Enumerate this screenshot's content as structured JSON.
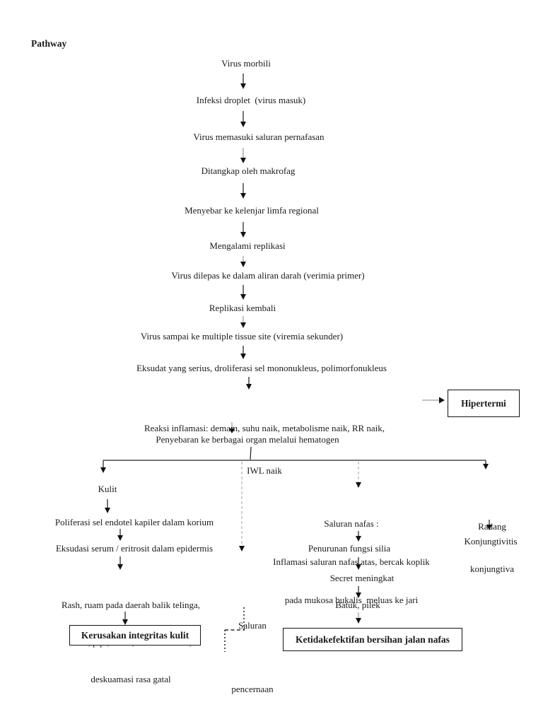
{
  "title": "Pathway",
  "colors": {
    "background": "#ffffff",
    "ink": "#1a1a1a",
    "faded_connector": "#b3b3b3",
    "box_border": "#141414"
  },
  "nodes": {
    "virus_morbili": "Virus morbili",
    "infeksi_droplet": "Infeksi droplet  (virus masuk)",
    "virus_memasuki": "Virus memasuki saluran pernafasan",
    "ditangkap_makrofag": "Ditangkap oleh makrofag",
    "menyebar_limfa": "Menyebar ke kelenjar limfa regional",
    "mengalami_replikasi": "Mengalami replikasi",
    "virus_dilepas": "Virus dilepas ke dalam aliran darah (verimia primer)",
    "replikasi_kembali": "Replikasi kembali",
    "virus_sampai": "Virus sampai ke multiple tissue site (viremia sekunder)",
    "eksudat": "Eksudat yang serius, droliferasi sel mononukleus, polimorfonukleus",
    "reaksi_inflamasi": [
      "Reaksi inflamasi: demam, suhu naik, metabolisme naik, RR naik,",
      "IWL naik"
    ],
    "hipertermi": "Hipertermi",
    "penyebaran": "Penyebaran ke berbagai organ melalui hematogen",
    "kulit": "Kulit",
    "poliferasi": "Poliferasi sel endotel kapiler dalam korium",
    "eksudasi": "Eksudasi serum / eritrosit dalam epidermis",
    "rash": [
      "Rash, ruam pada daerah balik telinga,",
      "leher, pipi, muka, seluruh tubuh ,",
      "deskuamasi rasa gatal"
    ],
    "kerusakan_integritas": "Kerusakan integritas kulit",
    "saluran_pencernaan": [
      "Saluran",
      "pencernaan"
    ],
    "saluran_nafas": [
      "Saluran nafas :",
      "Inflamasi saluran nafas atas, bercak koplik",
      "pada mukosa bukalis  meluas ke jari"
    ],
    "penurunan_silia": "Penurunan fungsi silia",
    "secret_meningkat": "Secret meningkat",
    "batuk_pilek": "Batuk, pilek",
    "ketidakefektifan": "Ketidakefektifan bersihan jalan nafas",
    "radang_konjungtiva": [
      "Radang",
      "konjungtiva"
    ],
    "konjungtivitis": "Konjungtivitis"
  }
}
